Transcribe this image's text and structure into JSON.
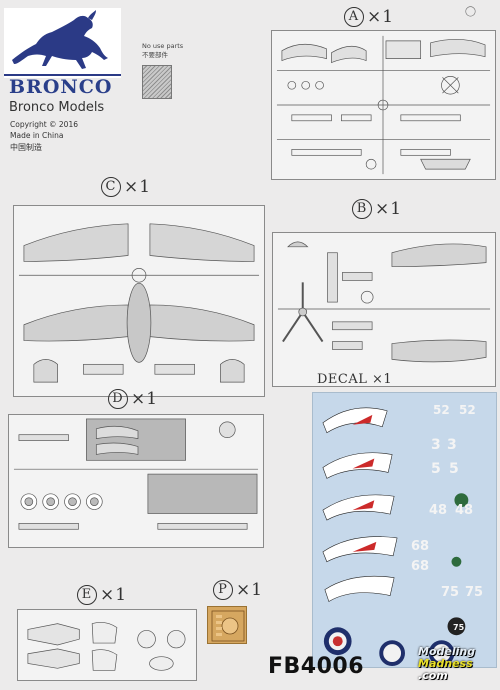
{
  "brand": {
    "logo_text": "BRONCO",
    "company": "Bronco Models",
    "copyright": "Copyright © 2016",
    "made_in": "Made in China",
    "made_in_cn": "中国制造",
    "horse_color": "#2b3a86",
    "border_color": "#2b3a86"
  },
  "legend": {
    "no_use_en": "No use parts",
    "no_use_cn": "不要部件"
  },
  "sprues": {
    "A": {
      "letter": "A",
      "count": "×1"
    },
    "B": {
      "letter": "B",
      "count": "×1"
    },
    "C": {
      "letter": "C",
      "count": "×1"
    },
    "D": {
      "letter": "D",
      "count": "×1"
    },
    "E": {
      "letter": "E",
      "count": "×1"
    },
    "P": {
      "letter": "P",
      "count": "×1"
    }
  },
  "decal": {
    "label": "DECAL",
    "count": "×1",
    "numbers": [
      "52",
      "52",
      "3",
      "3",
      "5",
      "5",
      "48",
      "48",
      "68",
      "68",
      "75",
      "75",
      "75"
    ],
    "background": "#c6d8ea"
  },
  "product_code": "FB4006",
  "watermark": {
    "line1": "Modeling",
    "line2": "Madness",
    "line3": ".com"
  }
}
